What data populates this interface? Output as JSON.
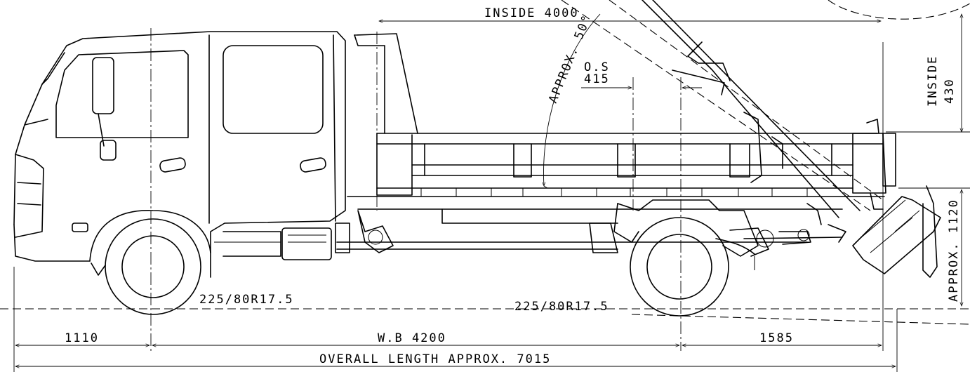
{
  "dimensions": {
    "inside_length": "INSIDE 4000",
    "inside_height_label": "INSIDE",
    "inside_height_value": "430",
    "tilt_angle": "APPROX. 50°",
    "offset_label": "O.S",
    "offset_value": "415",
    "floor_height": "APPROX. 1120",
    "front_tire": "225/80R17.5",
    "rear_tire": "225/80R17.5",
    "front_overhang": "1110",
    "wheelbase": "W.B 4200",
    "rear_overhang": "1585",
    "overall_length": "OVERALL LENGTH APPROX. 7015"
  },
  "colors": {
    "line": "#000000",
    "background": "#ffffff"
  }
}
